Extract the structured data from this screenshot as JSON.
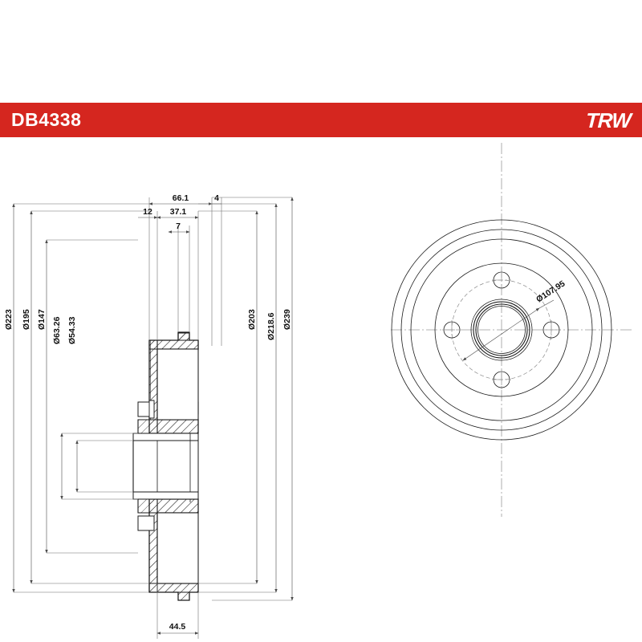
{
  "banner": {
    "part_number": "DB4338",
    "brand": "TRW",
    "background_color": "#d5261f",
    "text_color": "#ffffff"
  },
  "drawing": {
    "title": "Brake drum technical drawing",
    "views": [
      {
        "name": "section-view",
        "label": "cross-section"
      },
      {
        "name": "front-view",
        "label": "face view"
      }
    ],
    "line_color": "#1a1a1a",
    "centerline_color": "#9a9a9a"
  },
  "dimensions": {
    "section_top": [
      {
        "name": "overall-length",
        "value": "66.1"
      },
      {
        "name": "flange-step",
        "value": "4"
      },
      {
        "name": "hub-offset",
        "value": "12"
      },
      {
        "name": "drum-depth",
        "value": "37.1"
      },
      {
        "name": "groove-width",
        "value": "7"
      }
    ],
    "section_bottom": [
      {
        "name": "hub-length",
        "value": "44.5"
      }
    ],
    "section_left": [
      {
        "name": "flange-outer-dia",
        "value": "Ø223"
      },
      {
        "name": "bolt-flange-dia",
        "value": "Ø195"
      },
      {
        "name": "hub-shoulder-dia",
        "value": "Ø147"
      },
      {
        "name": "bore-outer-dia",
        "value": "Ø63.26"
      },
      {
        "name": "bore-inner-dia",
        "value": "Ø54.33"
      }
    ],
    "section_right": [
      {
        "name": "braking-dia",
        "value": "Ø203"
      },
      {
        "name": "drum-mid-dia",
        "value": "Ø218.6"
      },
      {
        "name": "drum-outer-dia",
        "value": "Ø239"
      }
    ],
    "front_view": [
      {
        "name": "bolt-circle-dia",
        "value": "Ø107.95"
      }
    ]
  },
  "front_view_features": {
    "bolt_hole_count": 4,
    "concentric_ring_count": 4
  }
}
